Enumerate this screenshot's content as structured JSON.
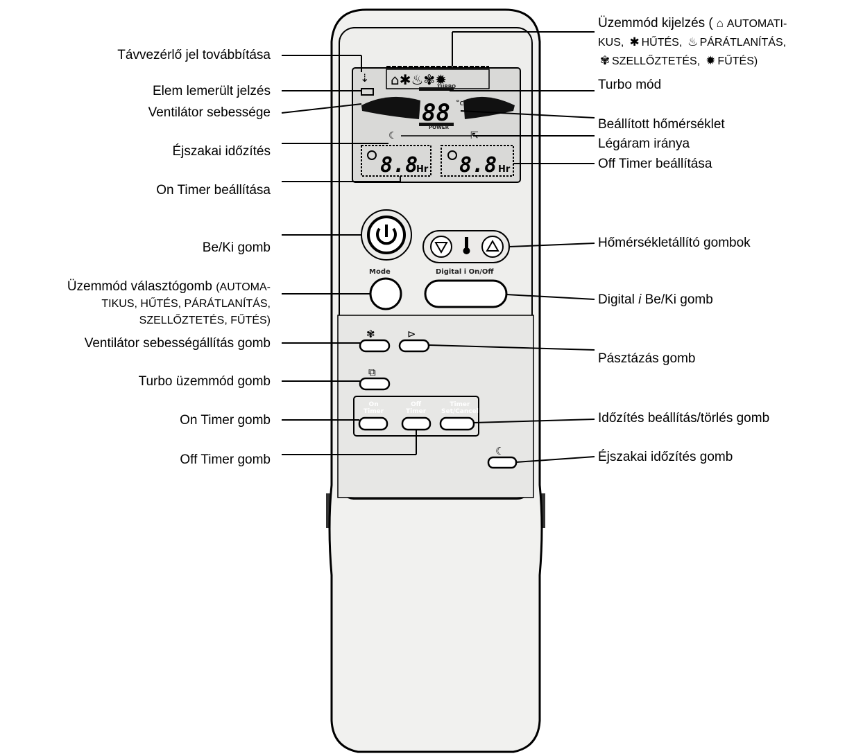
{
  "labels_left": {
    "signal": "Távvezérlő jel továbbítása",
    "battery": "Elem lemerült jelzés",
    "fan_speed": "Ventilátor sebessége",
    "night_timer": "Éjszakai időzítés",
    "on_timer_set": "On Timer beállítása",
    "power_button": "Be/Ki gomb",
    "mode_button": "Üzemmód választógomb",
    "mode_button_sub1": "(AUTOMA-",
    "mode_button_sub2": "TIKUS, HŰTÉS, PÁRÁTLANÍTÁS,",
    "mode_button_sub3": "SZELLŐZTETÉS, FŰTÉS)",
    "fan_speed_button": "Ventilátor sebességállítás gomb",
    "turbo_button": "Turbo üzemmód gomb",
    "on_timer_button": "On Timer gomb",
    "off_timer_button": "Off Timer gomb"
  },
  "labels_right": {
    "mode_display": "Üzemmód kijelzés (",
    "auto1": "AUTOMATI-",
    "auto2": "KUS,",
    "cool": "HŰTÉS,",
    "dry": "PÁRÁTLANÍTÁS,",
    "fan": "SZELLŐZTETÉS,",
    "heat": "FŰTÉS)",
    "turbo": "Turbo mód",
    "set_temp": "Beállított hőmérséklet",
    "airflow": "Légáram iránya",
    "off_timer_set": "Off Timer beállítása",
    "temp_buttons": "Hőmérsékletállító gombok",
    "digital_prefix": "Digital",
    "digital_i": "i",
    "digital_suffix": "Be/Ki gomb",
    "swing_button": "Pásztázás gomb",
    "timer_set_cancel": "Időzítés beállítás/törlés gomb",
    "night_timer_button": "Éjszakai időzítés gomb"
  },
  "remote": {
    "lcd_temp": "88",
    "lcd_unit": "°c",
    "lcd_timer_left": "8.8",
    "lcd_timer_right": "8.8",
    "lcd_hr": "Hr",
    "lcd_turbo": "TURBO",
    "lcd_power": "POWER",
    "btn_mode": "Mode",
    "btn_digital": "Digital i On/Off",
    "btn_on_timer_1": "On",
    "btn_on_timer_2": "Timer",
    "btn_off_timer_1": "Off",
    "btn_off_timer_2": "Timer",
    "btn_set_cancel_1": "Timer",
    "btn_set_cancel_2": "Set/Cancel"
  },
  "colors": {
    "body": "#f1f1ef",
    "lcd": "#d8d8d6",
    "outline": "#000000"
  }
}
